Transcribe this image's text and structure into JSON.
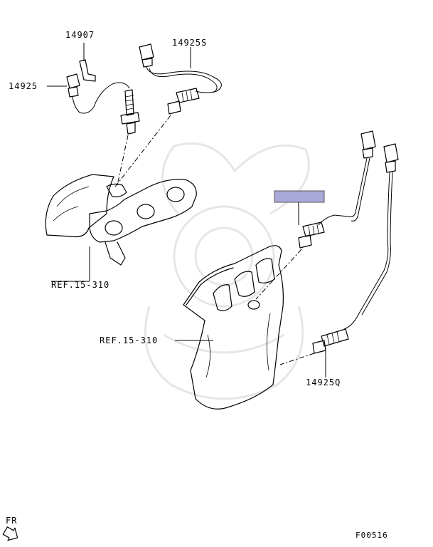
{
  "labels": {
    "p1": "14907",
    "p2": "14925S",
    "p3": "14925",
    "p4": "REF.15-310",
    "p5": "REF.15-310",
    "p6": "14925Q"
  },
  "footer": {
    "direction": "FR",
    "figure_code": "F00516"
  },
  "colors": {
    "highlight": "#a9a9d9",
    "line": "#000000",
    "watermark": "#e6e6e6"
  }
}
